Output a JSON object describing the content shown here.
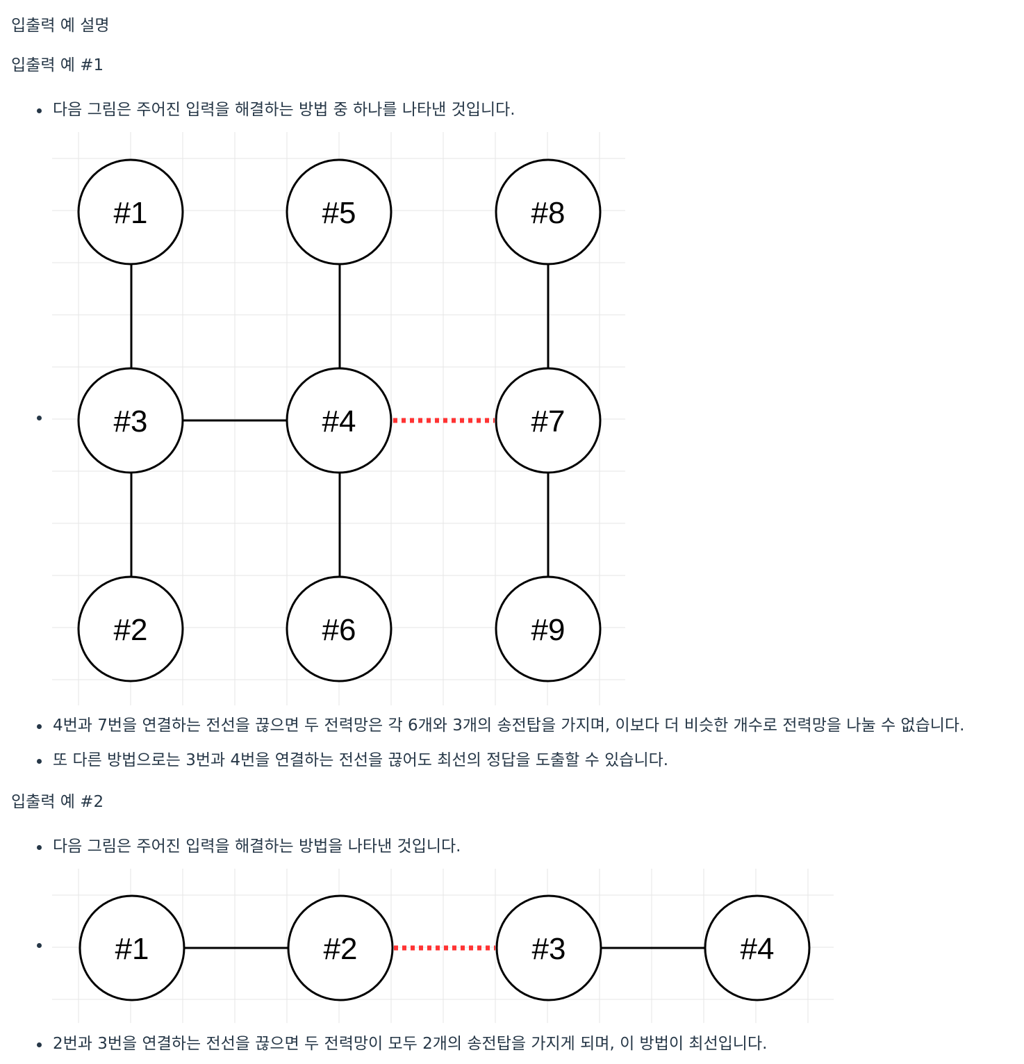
{
  "section_title": "입출력 예 설명",
  "example1": {
    "heading": "입출력 예 #1",
    "intro": "다음 그림은 주어진 입력을 해결하는 방법 중 하나를 나타낸 것입니다.",
    "notes": [
      "4번과 7번을 연결하는 전선을 끊으면 두 전력망은 각 6개와 3개의 송전탑을 가지며, 이보다 더 비슷한 개수로 전력망을 나눌 수 없습니다.",
      "또 다른 방법으로는 3번과 4번을 연결하는 전선을 끊어도 최선의 정답을 도출할 수 있습니다."
    ],
    "figure": {
      "nodes": [
        {
          "id": "n1",
          "label": "#1"
        },
        {
          "id": "n5",
          "label": "#5"
        },
        {
          "id": "n8",
          "label": "#8"
        },
        {
          "id": "n3",
          "label": "#3"
        },
        {
          "id": "n4",
          "label": "#4"
        },
        {
          "id": "n7",
          "label": "#7"
        },
        {
          "id": "n2",
          "label": "#2"
        },
        {
          "id": "n6",
          "label": "#6"
        },
        {
          "id": "n9",
          "label": "#9"
        }
      ],
      "edges": [
        {
          "from": "#1",
          "to": "#3",
          "cut": false
        },
        {
          "from": "#5",
          "to": "#4",
          "cut": false
        },
        {
          "from": "#8",
          "to": "#7",
          "cut": false
        },
        {
          "from": "#3",
          "to": "#4",
          "cut": false
        },
        {
          "from": "#4",
          "to": "#7",
          "cut": true
        },
        {
          "from": "#3",
          "to": "#2",
          "cut": false
        },
        {
          "from": "#4",
          "to": "#6",
          "cut": false
        },
        {
          "from": "#7",
          "to": "#9",
          "cut": false
        }
      ]
    }
  },
  "example2": {
    "heading": "입출력 예 #2",
    "intro": "다음 그림은 주어진 입력을 해결하는 방법을 나타낸 것입니다.",
    "notes": [
      "2번과 3번을 연결하는 전선을 끊으면 두 전력망이 모두 2개의 송전탑을 가지게 되며, 이 방법이 최선입니다."
    ],
    "figure": {
      "nodes": [
        {
          "id": "m1",
          "label": "#1"
        },
        {
          "id": "m2",
          "label": "#2"
        },
        {
          "id": "m3",
          "label": "#3"
        },
        {
          "id": "m4",
          "label": "#4"
        }
      ],
      "edges": [
        {
          "from": "#1",
          "to": "#2",
          "cut": false
        },
        {
          "from": "#2",
          "to": "#3",
          "cut": true
        },
        {
          "from": "#3",
          "to": "#4",
          "cut": false
        }
      ]
    }
  },
  "colors": {
    "text": "#263747",
    "grid": "#e6e6e6",
    "stroke": "#000000",
    "cut_edge": "#ff3333"
  }
}
